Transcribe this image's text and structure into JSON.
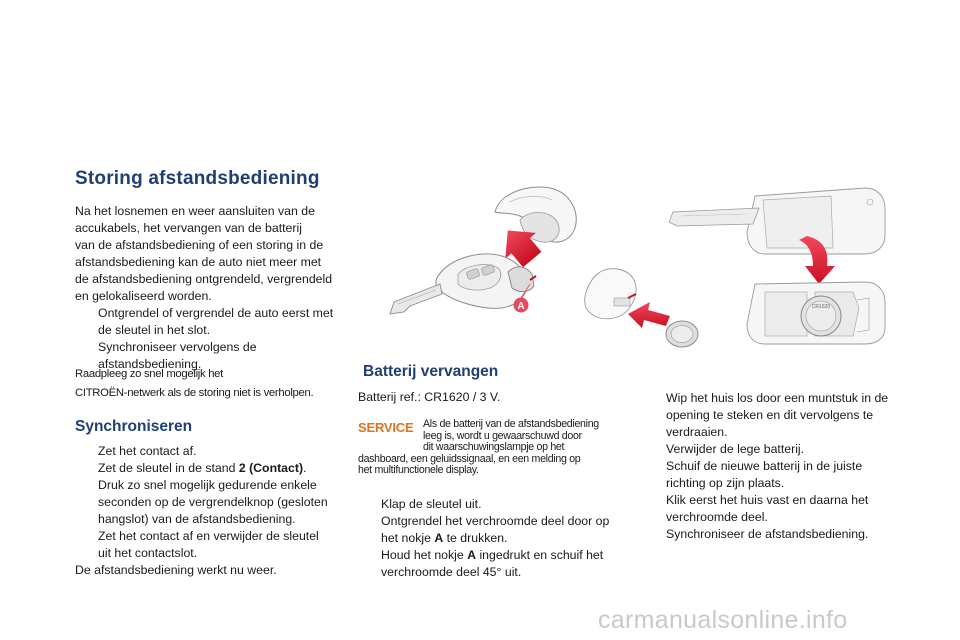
{
  "section1": {
    "title": "Storing afstandsbediening",
    "intro": "Na het losnemen en weer aansluiten van de accukabels, het vervangen van de batterij van de afstandsbediening of een storing in de afstandsbediening kan de auto niet meer met de afstandsbediening ontgrendeld, vergrendeld en gelokaliseerd worden.",
    "intro_lines": [
      "Na het losnemen en weer aansluiten van de",
      "accukabels, het vervangen van de batterij",
      "van de afstandsbediening of een storing in de",
      "afstandsbediening kan de auto niet meer met",
      "de afstandsbediening ontgrendeld, vergrendeld",
      "en gelokaliseerd worden."
    ],
    "bullets": [
      [
        "Ontgrendel of vergrendel de auto eerst met",
        "de sleutel in het slot."
      ],
      [
        "Synchroniseer vervolgens de",
        "afstandsbediening."
      ]
    ],
    "note_lines": [
      "Raadpleeg zo snel mogelijk het",
      "CITROËN-netwerk als de storing niet is verholpen."
    ]
  },
  "section2": {
    "title": "Synchroniseren",
    "bullets": [
      {
        "lines": [
          "Zet het contact af."
        ]
      },
      {
        "prefix": "Zet de sleutel in de stand ",
        "bold": "2 (Contact)",
        "suffix": "."
      },
      {
        "lines": [
          "Druk zo snel mogelijk gedurende enkele",
          "seconden op de vergrendelknop (gesloten",
          "hangslot) van de afstandsbediening."
        ]
      },
      {
        "lines": [
          "Zet het contact af en verwijder de sleutel",
          "uit het contactslot."
        ]
      }
    ],
    "closing": "De afstandsbediening werkt nu weer."
  },
  "section3": {
    "title": "Batterij vervangen",
    "battery_ref": "Batterij ref.: CR1620 / 3 V.",
    "service_label": "SERVICE",
    "warning_lines": [
      "Als de batterij van de afstandsbediening",
      "leeg is, wordt u gewaarschuwd door",
      "dit waarschuwingslampje op het",
      "dashboard, een geluidssignaal, en een melding op",
      "het multifunctionele display."
    ],
    "steps_left": [
      {
        "lines": [
          "Klap de sleutel uit."
        ]
      },
      {
        "prefix": "Ontgrendel het verchroomde deel door op",
        "line2_prefix": "het nokje ",
        "bold": "A",
        "line2_suffix": " te drukken."
      },
      {
        "prefix": "Houd het nokje ",
        "bold": "A",
        "suffix": " ingedrukt en schuif het",
        "line2": "verchroomde deel 45° uit."
      }
    ],
    "steps_right": [
      {
        "lines": [
          "Wip het huis los door een muntstuk in de",
          "opening te steken en dit vervolgens te",
          "verdraaien."
        ]
      },
      {
        "lines": [
          "Verwijder de lege batterij."
        ]
      },
      {
        "lines": [
          "Schuif de nieuwe batterij in de juiste",
          "richting op zijn plaats."
        ]
      },
      {
        "lines": [
          "Klik eerst het huis vast en daarna het",
          "verchroomde deel."
        ]
      },
      {
        "lines": [
          "Synchroniseer de afstandsbediening."
        ]
      }
    ]
  },
  "bullet_marker": "",
  "illustration": {
    "callout_label": "A",
    "battery_marking": "CR1620",
    "accent_red": "#e8283a",
    "callout_red": "#e8485c",
    "arrow_top": "#f1485c",
    "arrow_bottom": "#c90f22"
  },
  "watermark": "carmanualsonline.info",
  "colors": {
    "heading": "#1f3f73",
    "service": "#e2731d",
    "text": "#1a1a1a"
  }
}
